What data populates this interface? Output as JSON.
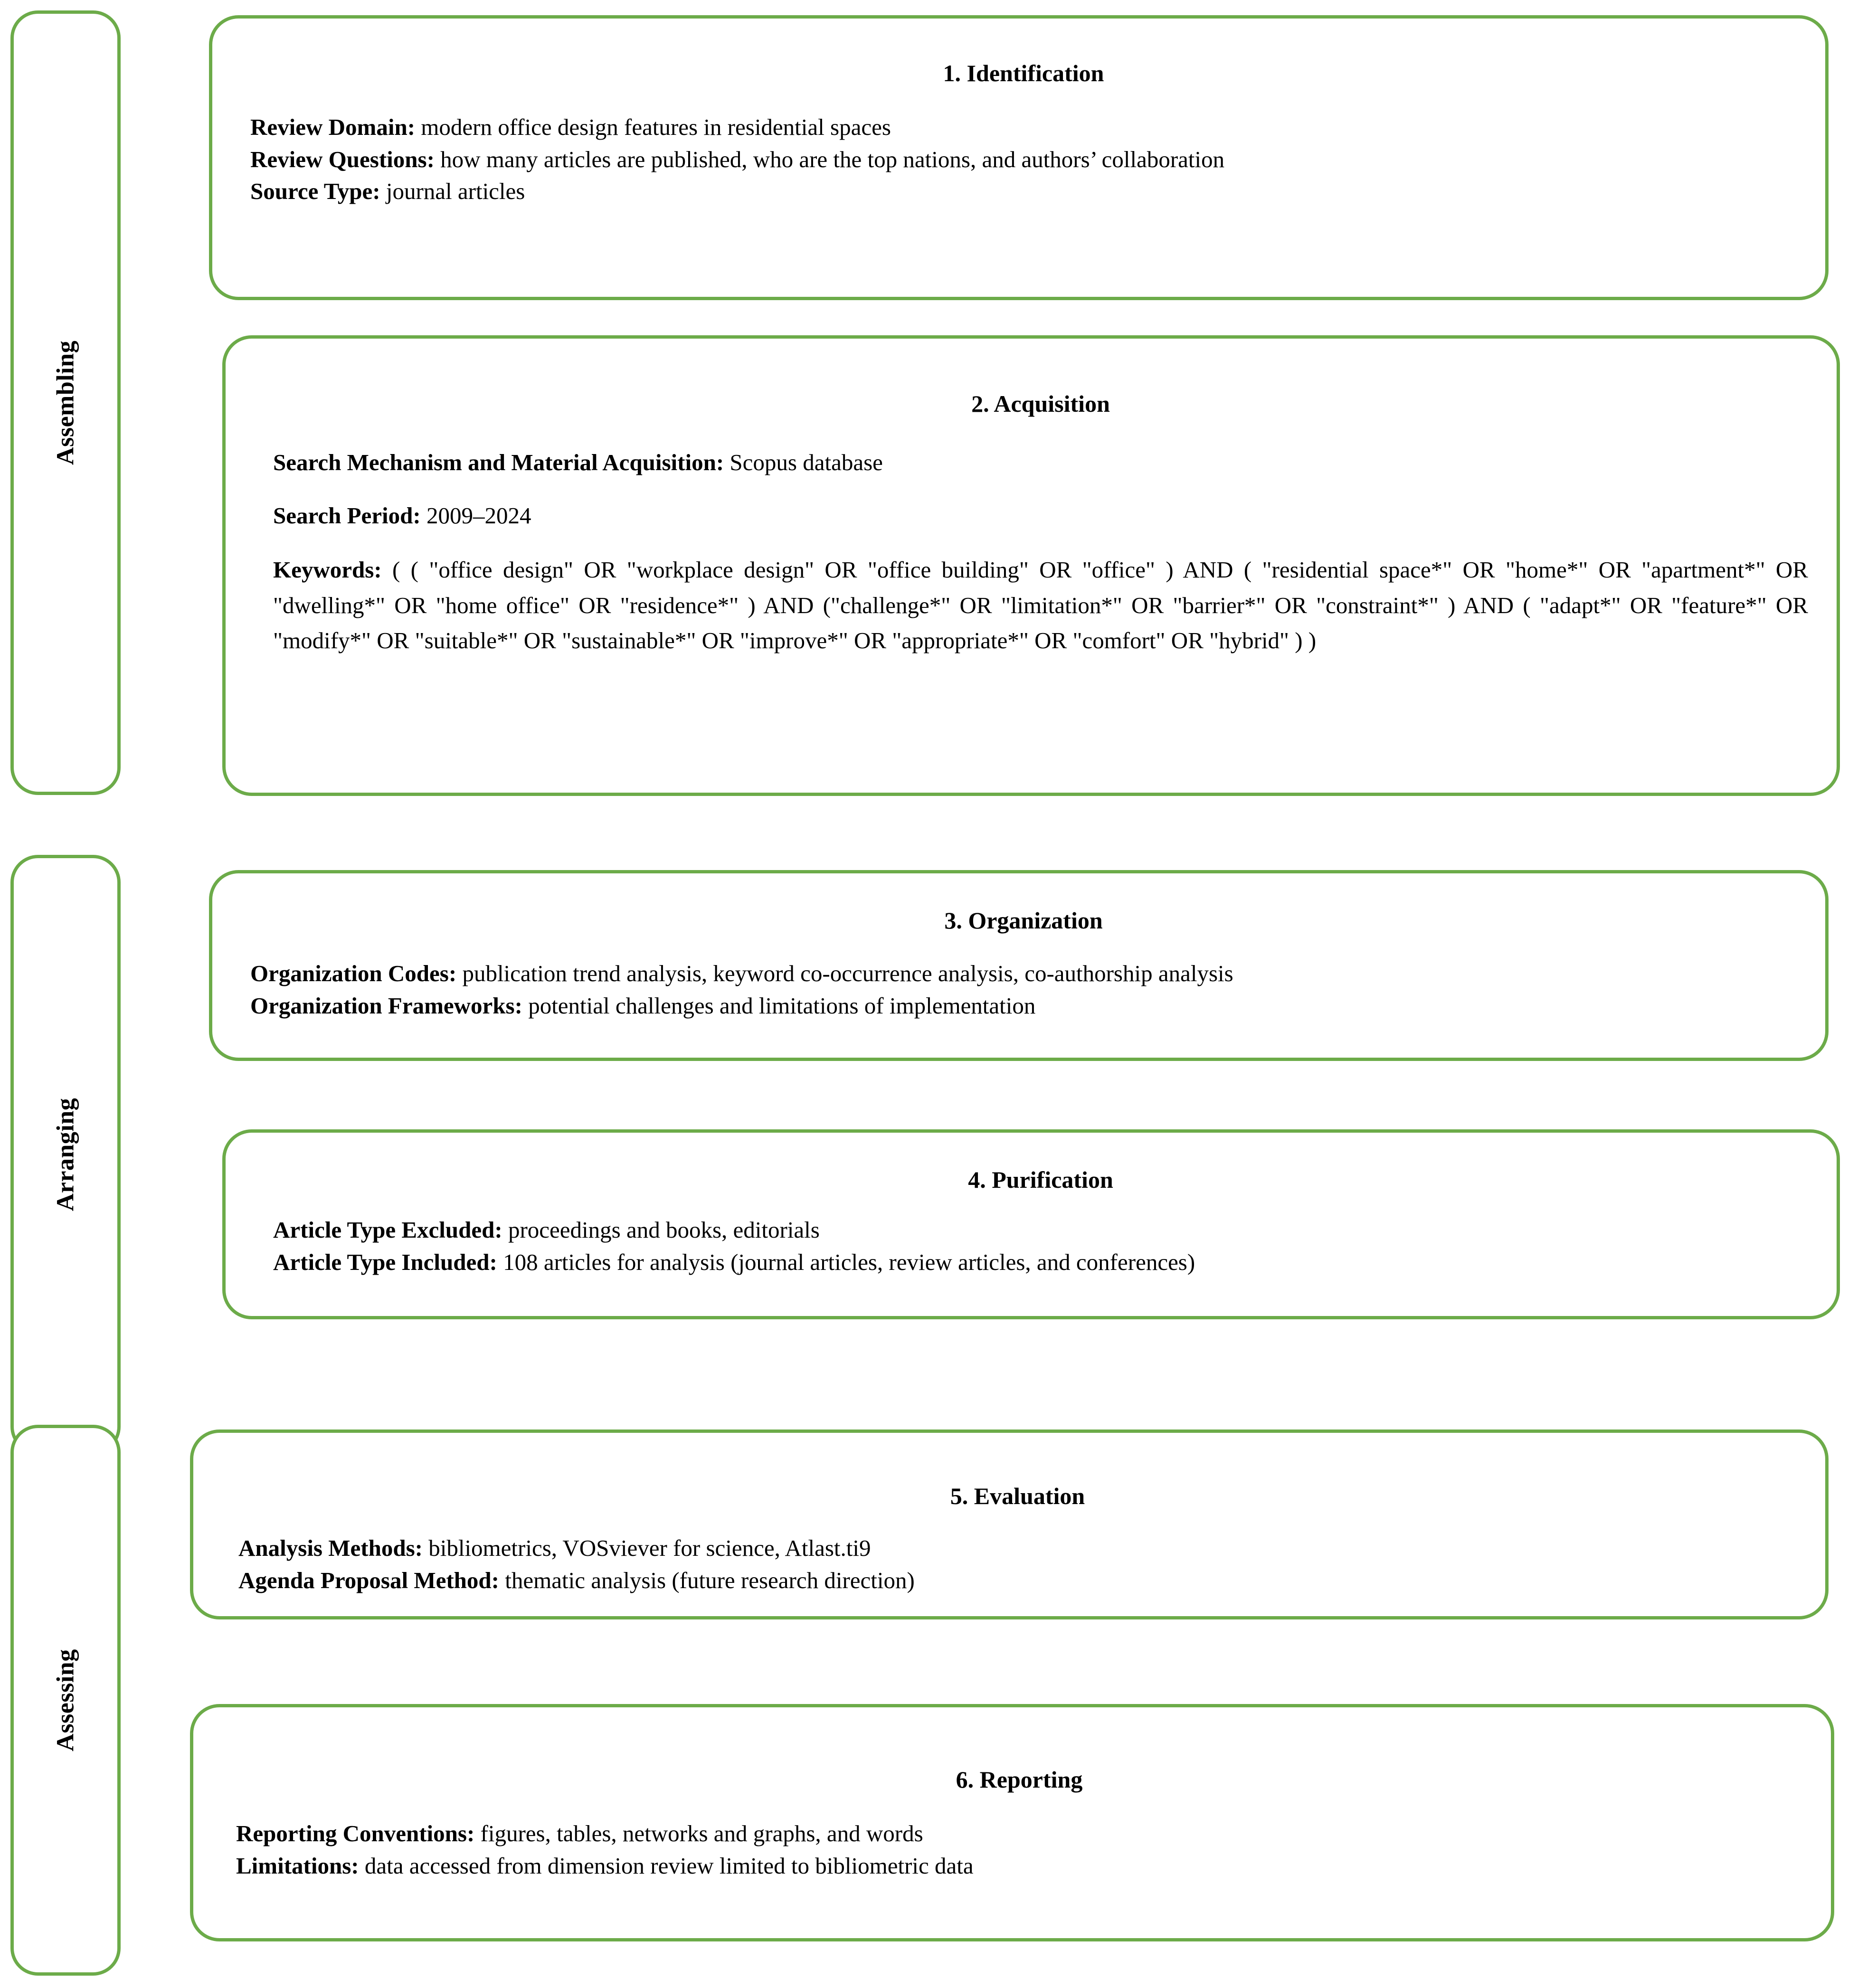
{
  "colors": {
    "accent_green": "#6CAB49",
    "text": "#000000",
    "background": "#FFFFFF"
  },
  "phases": [
    {
      "label": "Assembling"
    },
    {
      "label": "Arranging"
    },
    {
      "label": "Assessing"
    }
  ],
  "cards": [
    {
      "title": "1. Identification",
      "rows": [
        {
          "label": "Review Domain:",
          "value": " modern office design features in residential spaces"
        },
        {
          "label": "Review Questions:",
          "value": " how many articles are published, who are the top nations, and authors’ collaboration"
        },
        {
          "label": "Source Type:",
          "value": " journal articles"
        }
      ]
    },
    {
      "title": "2. Acquisition",
      "rows": [
        {
          "label": "Search Mechanism and Material Acquisition:",
          "value": " Scopus database"
        },
        {
          "label": "Search Period:",
          "value": " 2009–2024"
        }
      ],
      "keywords_label": "Keywords:",
      "keywords_value": " ( ( \"office design\" OR \"workplace design\" OR \"office building\" OR \"office\" ) AND ( \"residential space*\" OR \"home*\" OR \"apartment*\" OR \"dwelling*\" OR \"home office\" OR \"residence*\" ) AND (\"challenge*\" OR \"limita­tion*\" OR \"barrier*\" OR \"constraint*\" ) AND ( \"adapt*\" OR \"feature*\" OR \"modify*\" OR \"suitable*\" OR \"sustaina­ble*\" OR \"improve*\" OR \"appropriate*\" OR \"comfort\" OR \"hybrid\" ) )"
    },
    {
      "title": "3. Organization",
      "rows": [
        {
          "label": "Organization Codes:",
          "value": " publication trend analysis, keyword co-occurrence analysis, co-authorship analysis"
        },
        {
          "label": "Organization Frameworks:",
          "value": " potential challenges and limitations of implementation"
        }
      ]
    },
    {
      "title": "4. Purification",
      "rows": [
        {
          "label": "Article Type Excluded:",
          "value": " proceedings and books, editorials"
        },
        {
          "label": "Article Type Included:",
          "value": " 108 articles for analysis (journal articles, review articles, and conferences)"
        }
      ]
    },
    {
      "title": "5. Evaluation",
      "rows": [
        {
          "label": "Analysis Methods:",
          "value": " bibliometrics, VOSviever for science, Atlast.ti9"
        },
        {
          "label": "Agenda Proposal Method:",
          "value": " thematic analysis (future research direction)"
        }
      ]
    },
    {
      "title": "6. Reporting",
      "rows": [
        {
          "label": "Reporting Conventions:",
          "value": " figures, tables, networks and graphs, and words"
        },
        {
          "label": "Limitations:",
          "value": " data accessed from dimension review limited to bibliometric data"
        }
      ]
    }
  ]
}
